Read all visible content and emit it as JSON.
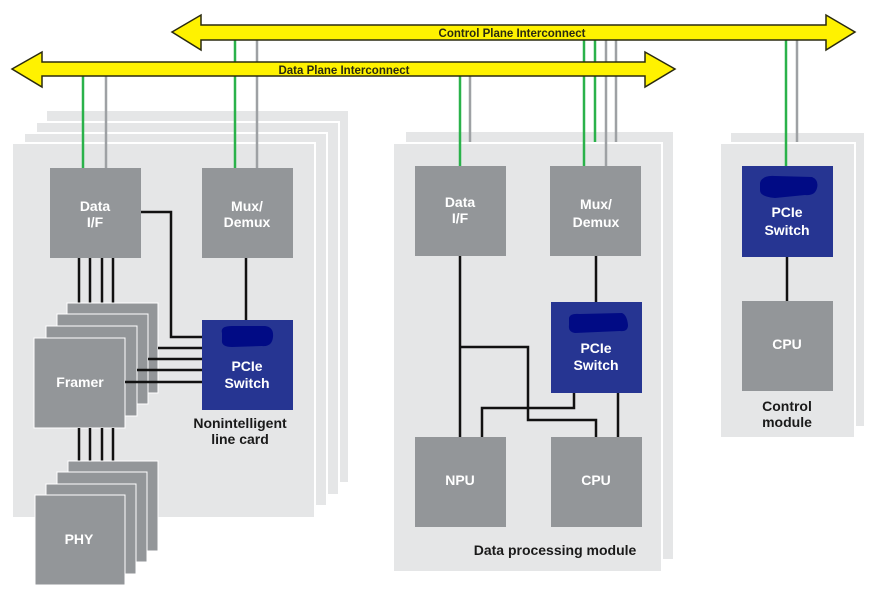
{
  "colors": {
    "bus_fill": "#fff200",
    "bus_stroke": "#2a2a10",
    "card_fill": "#e5e6e7",
    "block_gray": "#939699",
    "pcie_blue": "#263592",
    "redaction": "#010b85",
    "wire": "#111111",
    "link_green": "#2ab24a",
    "link_gray": "#9ea1a4"
  },
  "buses": {
    "control": {
      "label": "Control Plane Interconnect"
    },
    "data": {
      "label": "Data Plane Interconnect"
    }
  },
  "line_card": {
    "caption_line1": "Nonintelligent",
    "caption_line2": "line card",
    "data_if": {
      "line1": "Data",
      "line2": "I/F"
    },
    "mux": {
      "line1": "Mux/",
      "line2": "Demux"
    },
    "framer": {
      "label": "Framer"
    },
    "phy": {
      "label": "PHY"
    },
    "pcie": {
      "line1": "PCIe",
      "line2": "Switch"
    }
  },
  "data_module": {
    "caption": "Data processing module",
    "data_if": {
      "line1": "Data",
      "line2": "I/F"
    },
    "mux": {
      "line1": "Mux/",
      "line2": "Demux"
    },
    "pcie": {
      "line1": "PCIe",
      "line2": "Switch"
    },
    "npu": {
      "label": "NPU"
    },
    "cpu": {
      "label": "CPU"
    }
  },
  "control_module": {
    "caption_line1": "Control",
    "caption_line2": "module",
    "pcie": {
      "line1": "PCIe",
      "line2": "Switch"
    },
    "cpu": {
      "label": "CPU"
    }
  }
}
